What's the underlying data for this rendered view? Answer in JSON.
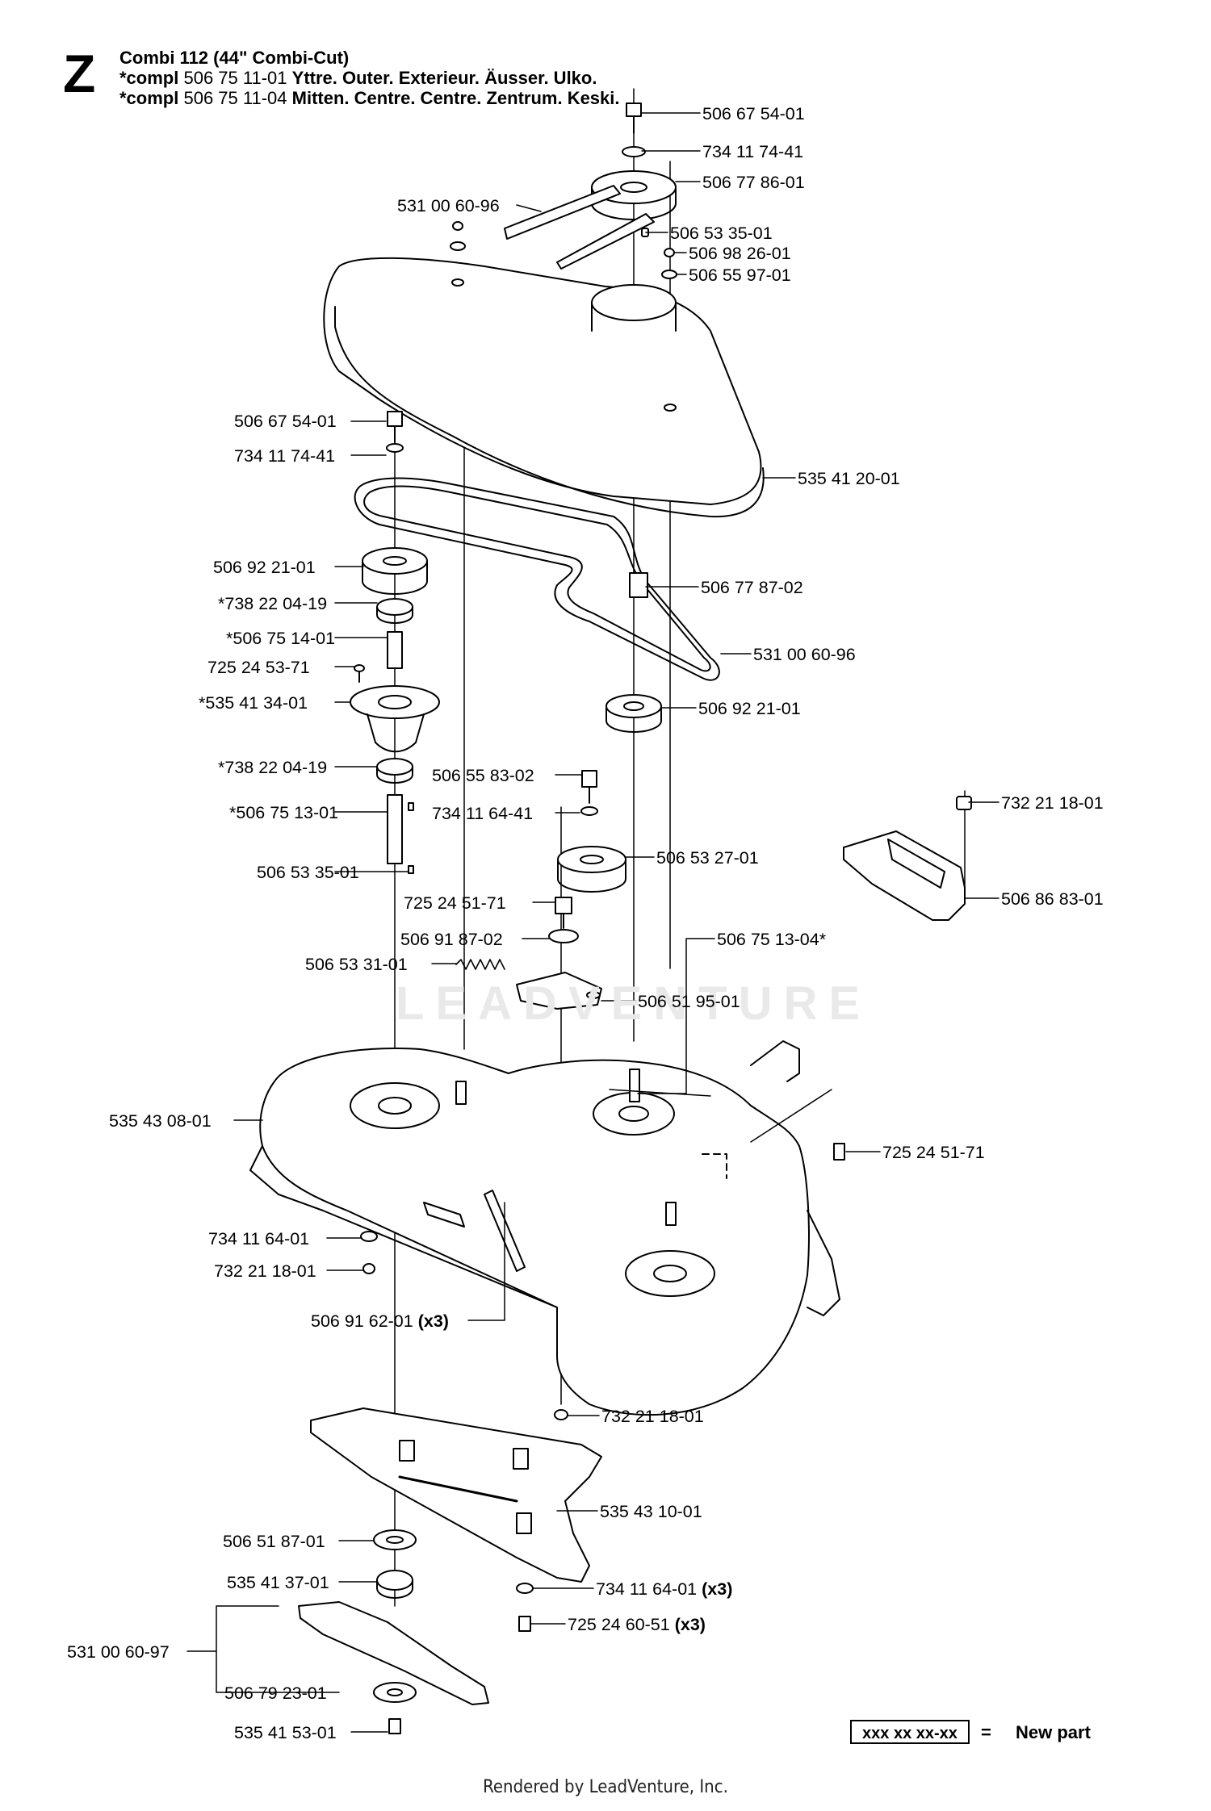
{
  "header": {
    "section_letter": "Z",
    "title": "Combi 112 (44\" Combi-Cut)",
    "line2_prefix": "*compl",
    "line2_number": "506 75 11-01",
    "line2_desc": "Yttre. Outer. Exterieur. Äusser. Ulko.",
    "line3_prefix": "*compl",
    "line3_number": "506 75 11-04",
    "line3_desc": "Mitten. Centre. Centre. Zentrum. Keski."
  },
  "parts": [
    {
      "id": "p01",
      "label": "506 67 54-01"
    },
    {
      "id": "p02",
      "label": "734 11 74-41"
    },
    {
      "id": "p03",
      "label": "506 77 86-01"
    },
    {
      "id": "p04",
      "label": "531 00 60-96"
    },
    {
      "id": "p05",
      "label": "506 53 35-01"
    },
    {
      "id": "p06",
      "label": "506 98 26-01"
    },
    {
      "id": "p07",
      "label": "506 55 97-01"
    },
    {
      "id": "p08",
      "label": "506 67 54-01"
    },
    {
      "id": "p09",
      "label": "734 11 74-41"
    },
    {
      "id": "p10",
      "label": "535 41 20-01"
    },
    {
      "id": "p11",
      "label": "506 92 21-01"
    },
    {
      "id": "p12",
      "label": "*738 22 04-19"
    },
    {
      "id": "p13",
      "label": "*506 75 14-01"
    },
    {
      "id": "p14",
      "label": "725 24 53-71"
    },
    {
      "id": "p15",
      "label": "*535 41 34-01"
    },
    {
      "id": "p16",
      "label": "506 77 87-02"
    },
    {
      "id": "p17",
      "label": "531 00 60-96"
    },
    {
      "id": "p18",
      "label": "506 92 21-01"
    },
    {
      "id": "p19",
      "label": "*738 22 04-19"
    },
    {
      "id": "p20",
      "label": "506 55 83-02"
    },
    {
      "id": "p21",
      "label": "734 11 64-41"
    },
    {
      "id": "p22",
      "label": "*506 75 13-01"
    },
    {
      "id": "p23",
      "label": "506 53 27-01"
    },
    {
      "id": "p24",
      "label": "732 21 18-01"
    },
    {
      "id": "p25",
      "label": "506 53 35-01"
    },
    {
      "id": "p26",
      "label": "725 24 51-71"
    },
    {
      "id": "p27",
      "label": "506 86 83-01"
    },
    {
      "id": "p28",
      "label": "506 91 87-02"
    },
    {
      "id": "p29",
      "label": "506 75 13-04*"
    },
    {
      "id": "p30",
      "label": "506 53 31-01"
    },
    {
      "id": "p31",
      "label": "506 51 95-01"
    },
    {
      "id": "p32",
      "label": "535 43 08-01"
    },
    {
      "id": "p33",
      "label": "725 24 51-71"
    },
    {
      "id": "p34",
      "label": "734 11 64-01"
    },
    {
      "id": "p35",
      "label": "732 21 18-01"
    },
    {
      "id": "p36",
      "label": "506 91 62-01",
      "qty": "(x3)"
    },
    {
      "id": "p37",
      "label": "732 21 18-01"
    },
    {
      "id": "p38",
      "label": "535 43 10-01"
    },
    {
      "id": "p39",
      "label": "506 51 87-01"
    },
    {
      "id": "p40",
      "label": "535 41 37-01"
    },
    {
      "id": "p41",
      "label": "734 11 64-01",
      "qty": "(x3)"
    },
    {
      "id": "p42",
      "label": "531 00 60-97"
    },
    {
      "id": "p43",
      "label": "725 24 60-51",
      "qty": "(x3)"
    },
    {
      "id": "p44",
      "label": "506 79 23-01"
    },
    {
      "id": "p45",
      "label": "535 41 53-01"
    }
  ],
  "legend": {
    "box_text": "xxx xx xx-xx",
    "equals": "=",
    "meaning": "New part"
  },
  "watermark": "LEADVENTURE",
  "footer": "Rendered by LeadVenture, Inc."
}
